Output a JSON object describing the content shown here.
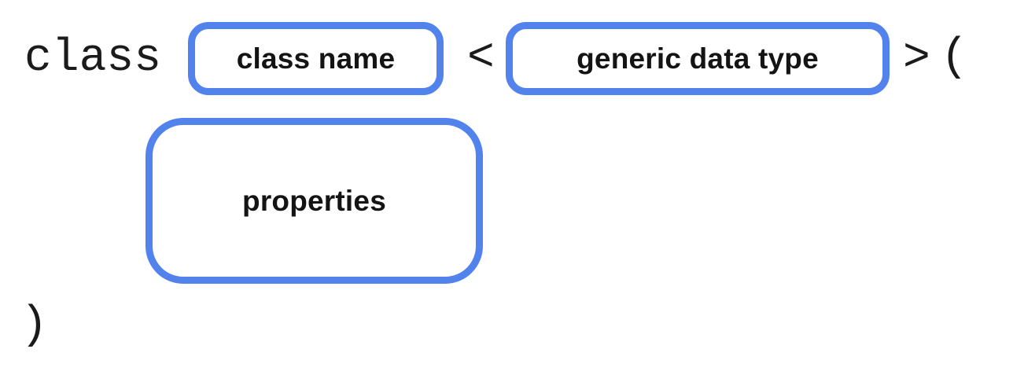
{
  "diagram": {
    "description": "generic class declaration syntax",
    "background_color": "#ffffff",
    "accent_color": "#5282ec",
    "text_color": "#1b1b1b",
    "tokens": {
      "class_keyword": "class",
      "open_angle": "<",
      "close_angle": ">",
      "open_paren": "(",
      "close_paren": ")"
    },
    "boxes": [
      {
        "label": "class name"
      },
      {
        "label": "generic data type"
      },
      {
        "label": "properties"
      }
    ]
  }
}
